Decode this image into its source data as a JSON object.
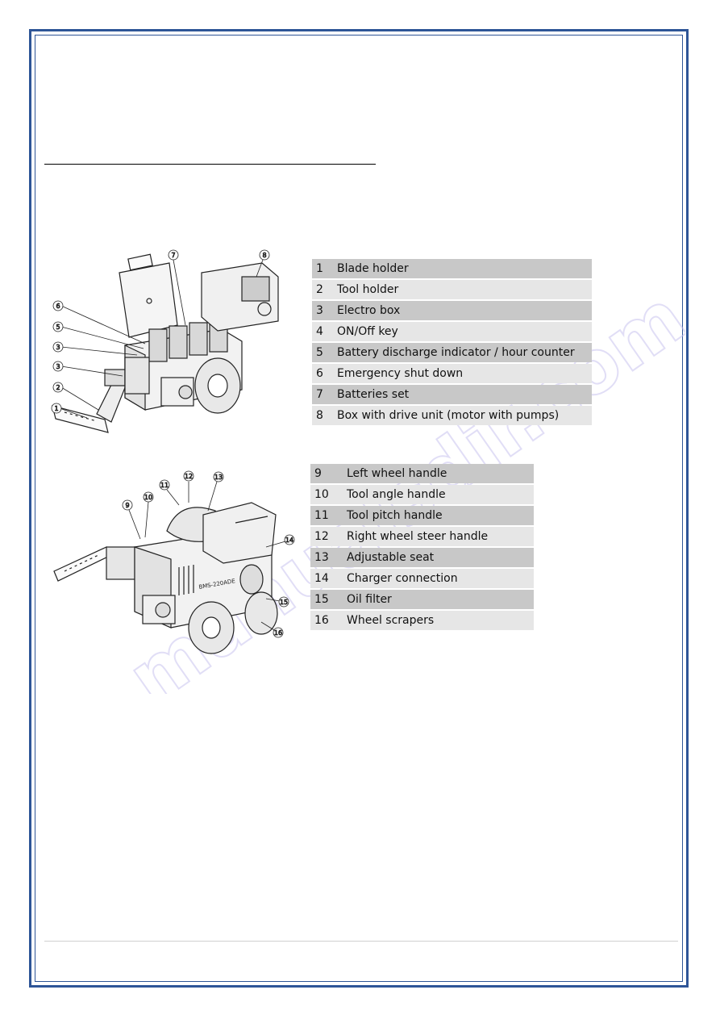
{
  "colors": {
    "frame": "#2e5597",
    "row_dark": "#c8c8c8",
    "row_light": "#e6e6e6",
    "watermark": "#c9c4ef"
  },
  "watermark": {
    "text": "manualsdir.com"
  },
  "legend_top": [
    {
      "num": "1",
      "label": "Blade holder",
      "shade": "dark"
    },
    {
      "num": "2",
      "label": "Tool holder",
      "shade": "light"
    },
    {
      "num": "3",
      "label": "Electro box",
      "shade": "dark"
    },
    {
      "num": "4",
      "label": "ON/Off key",
      "shade": "light"
    },
    {
      "num": "5",
      "label": "Battery discharge indicator / hour counter",
      "shade": "dark"
    },
    {
      "num": "6",
      "label": "Emergency shut down",
      "shade": "light"
    },
    {
      "num": "7",
      "label": "Batteries set",
      "shade": "dark"
    },
    {
      "num": "8",
      "label": "Box with drive unit (motor with pumps)",
      "shade": "light"
    }
  ],
  "legend_bottom": [
    {
      "num": "9",
      "label": "Left wheel handle",
      "shade": "dark"
    },
    {
      "num": "10",
      "label": "Tool angle handle",
      "shade": "light"
    },
    {
      "num": "11",
      "label": "Tool pitch handle",
      "shade": "dark"
    },
    {
      "num": "12",
      "label": "Right wheel steer handle",
      "shade": "light"
    },
    {
      "num": "13",
      "label": "Adjustable seat",
      "shade": "dark"
    },
    {
      "num": "14",
      "label": "Charger connection",
      "shade": "light"
    },
    {
      "num": "15",
      "label": "Oil filter",
      "shade": "dark"
    },
    {
      "num": "16",
      "label": "Wheel scrapers",
      "shade": "light"
    }
  ],
  "figure_top_callouts": [
    "1",
    "2",
    "3",
    "3",
    "5",
    "6",
    "7",
    "8"
  ],
  "figure_bottom_callouts": [
    "9",
    "10",
    "11",
    "12",
    "13",
    "14",
    "15",
    "16"
  ],
  "figure_bottom_machine_text": "BMS-220ADE"
}
